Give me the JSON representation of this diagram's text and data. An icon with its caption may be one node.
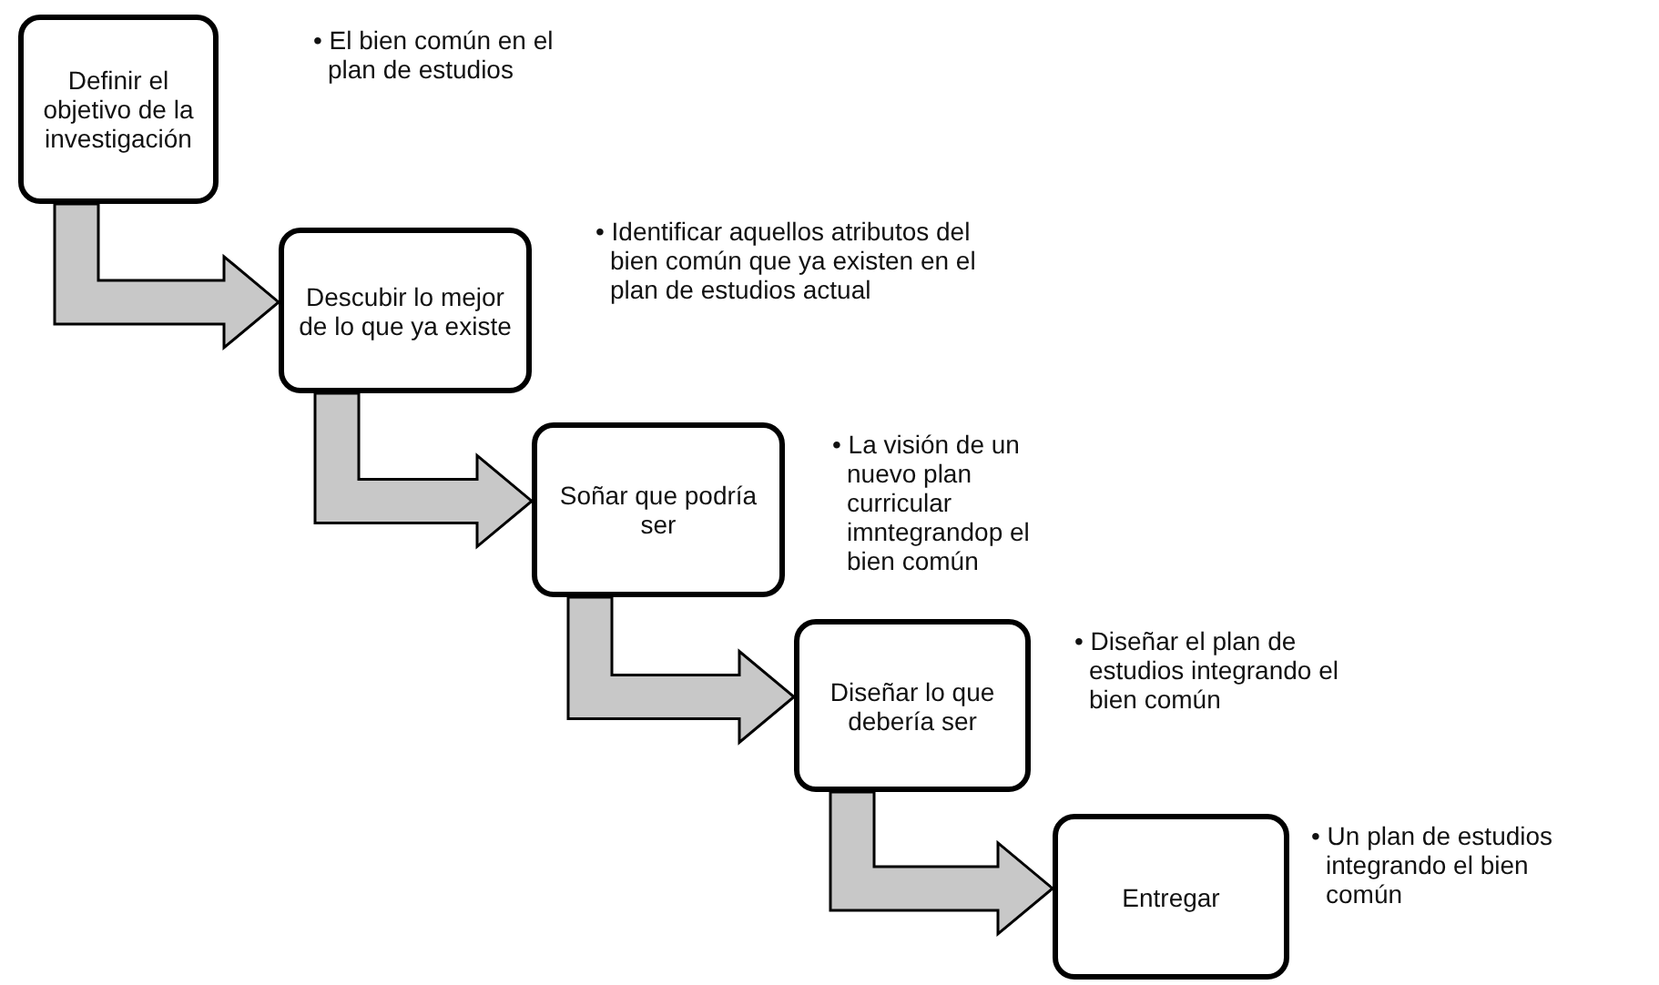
{
  "diagram": {
    "nodes": [
      {
        "text": [
          "Definir el objetivo de la investigación"
        ]
      },
      {
        "text": [
          "Descubir lo mejor de lo que ya existe"
        ]
      },
      {
        "text": [
          "Soñar que podría ser"
        ]
      },
      {
        "text": [
          "Diseñar lo que debería ser"
        ]
      },
      {
        "text": [
          "Entregar"
        ]
      }
    ],
    "edges": [
      {
        "from": 0,
        "to": 1,
        "arrow": "to"
      },
      {
        "from": 1,
        "to": 2,
        "arrow": "to"
      },
      {
        "from": 2,
        "to": 3,
        "arrow": "to"
      },
      {
        "from": 3,
        "to": 4,
        "arrow": "to"
      }
    ],
    "labels": [
      "• El bien común en el plan de estudios",
      "• Identificar aquellos atributos del bien común que ya existen en el plan de estudios actual",
      "• La visión de un nuevo plan curricular imntegrandop el bien común",
      "• Diseñar el plan de estudios integrando el bien común",
      "• Un plan de estudios integrando el bien común"
    ]
  }
}
